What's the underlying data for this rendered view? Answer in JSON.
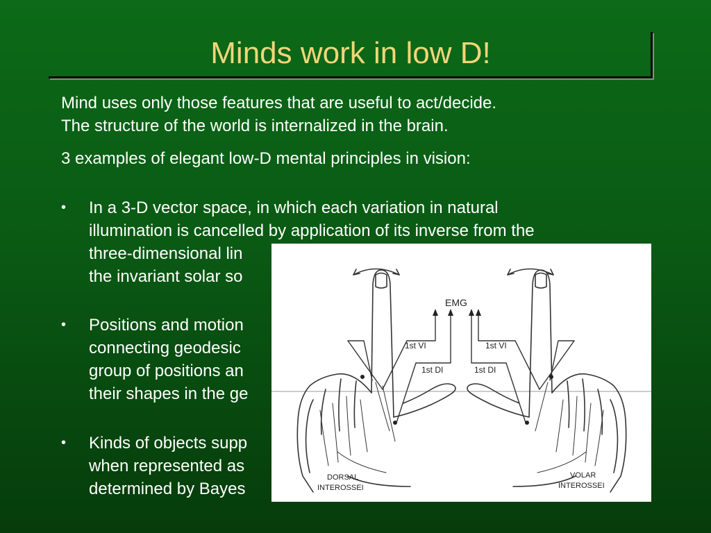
{
  "slide": {
    "title": "Minds work in low D!",
    "intro_lines": [
      "Mind uses only those features that are useful to act/decide.",
      "The structure of the world is internalized in the brain."
    ],
    "examples_heading": "3 examples of elegant low-D mental principles in vision:",
    "bullets": [
      {
        "lines": [
          "In a 3-D vector space, in which each variation in natural",
          "illumination is cancelled by application of its inverse from the",
          "three-dimensional lin",
          "the invariant solar so"
        ]
      },
      {
        "lines": [
          "Positions and motion",
          "connecting geodesic",
          "group of positions an",
          "their shapes in the ge"
        ]
      },
      {
        "lines": [
          "Kinds of objects supp",
          "when represented as",
          "determined by Bayes"
        ]
      }
    ]
  },
  "figure": {
    "emg_label": "EMG",
    "left_vi": "1st VI",
    "right_vi": "1st VI",
    "left_di": "1st DI",
    "right_di": "1st DI",
    "left_caption": [
      "DORSAL",
      "INTEROSSEI"
    ],
    "right_caption": [
      "VOLAR",
      "INTEROSSEI"
    ]
  },
  "colors": {
    "background": "#0a5a14",
    "title": "#f3d57a",
    "body_text": "#ffffff"
  }
}
